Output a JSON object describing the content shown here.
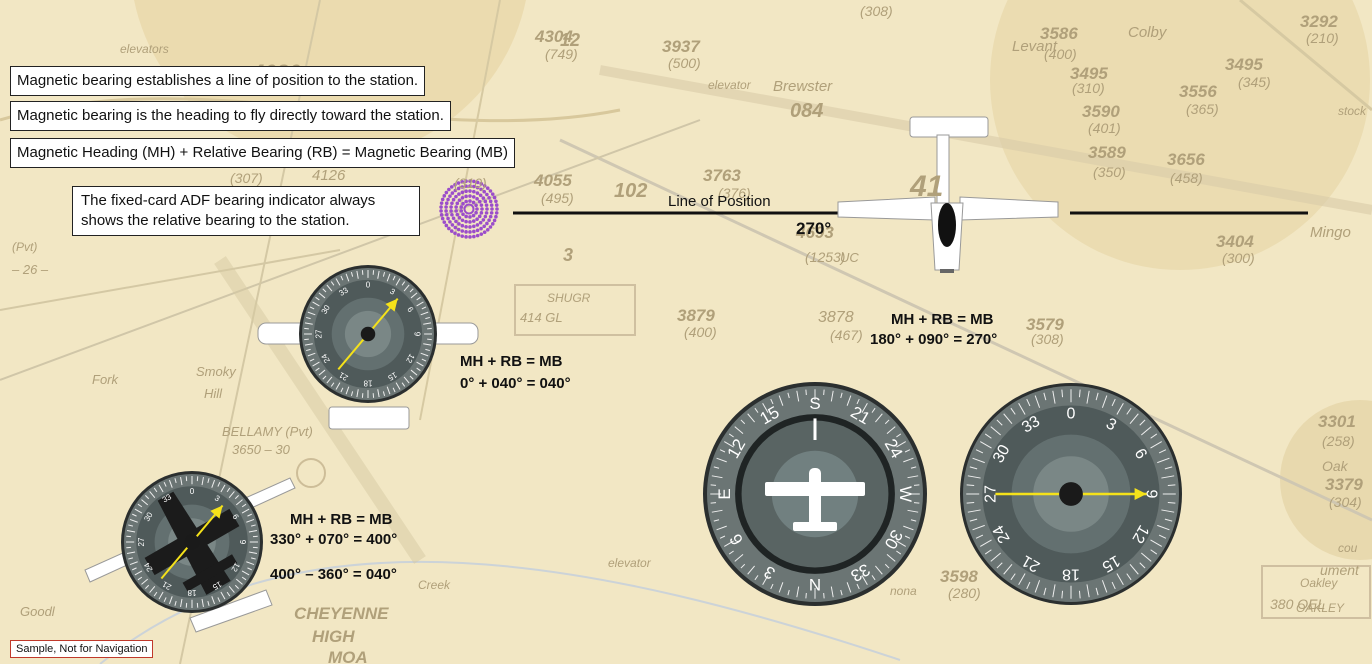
{
  "info_boxes": {
    "line_of_position": "Magnetic bearing establishes a line of position to the station.",
    "heading_to_station": "Magnetic bearing is the heading to fly directly toward the station.",
    "formula": "Magnetic Heading (MH) + Relative Bearing (RB) = Magnetic Bearing (MB)"
  },
  "callout": "The fixed-card ADF bearing indicator always shows the relative bearing to the station.",
  "line_of_position_label": "Line of Position",
  "bearing_270_label": "270°",
  "examples": {
    "north": {
      "formula": "MH + RB = MB",
      "calc": "0° + 040° = 040°"
    },
    "west": {
      "formula": "MH + RB = MB",
      "calc": "180° + 090° = 270°"
    },
    "northwest": {
      "formula": "MH + RB = MB",
      "calc": "330° + 070° = 400°",
      "correction": "400° – 360° = 040°"
    }
  },
  "heading_indicator": {
    "cardinals": [
      "S",
      "W",
      "N",
      "E"
    ],
    "numbers": [
      "21",
      "24",
      "30",
      "33",
      "3",
      "6",
      "12",
      "15"
    ]
  },
  "adf_large": {
    "labels": [
      "0",
      "3",
      "6",
      "9",
      "12",
      "15",
      "18",
      "21",
      "24",
      "27",
      "30",
      "33"
    ]
  },
  "adf_small_labels": [
    "0",
    "3",
    "6",
    "9",
    "12",
    "15",
    "18",
    "21",
    "24",
    "27",
    "30",
    "33"
  ],
  "sectional_chart_labels": {
    "elevations": [
      "4304",
      "(749)",
      "3937",
      "(500)",
      "3586",
      "(400)",
      "3495",
      "(310)",
      "3590",
      "(401)",
      "3589",
      "(350)",
      "3656",
      "(458)",
      "3556",
      "(365)",
      "3763",
      "(376)",
      "4055",
      "(495)",
      "4126",
      "(307)",
      "4693",
      "(1253)",
      "3404",
      "(300)",
      "3879",
      "(400)",
      "3878",
      "(467)",
      "3579",
      "(308)",
      "3301",
      "(258)",
      "3379",
      "(304)",
      "3598",
      "(280)",
      "3292",
      "(210)",
      "3495",
      "(345)",
      "(308)"
    ],
    "towns": [
      "Brewster",
      "Colby",
      "Levant",
      "Mingo",
      "Oakley",
      "BELLAMY (Pvt)",
      "3650 – 30",
      "Smoky",
      "Hill",
      "Fork",
      "CHEYENNE",
      "HIGH",
      "MOA",
      "SHUGR",
      "414 GL",
      "elevator",
      "elevator",
      "elevators",
      "Oak",
      "OAKLEY",
      "380 OEL",
      "Goodl",
      "(Pvt)",
      "– 26 –",
      "stock",
      "cou",
      "ument",
      "nona",
      "Creek",
      "084",
      "102",
      "UC",
      "3",
      "12",
      "41",
      "4080",
      "(310)"
    ]
  },
  "sample_note": "Sample, Not for Navigation",
  "colors": {
    "chart_bg": "#f2e7c4",
    "ndb": "#9b4dca",
    "needle": "#f5e21a",
    "instrument_face": "#4a5555"
  }
}
